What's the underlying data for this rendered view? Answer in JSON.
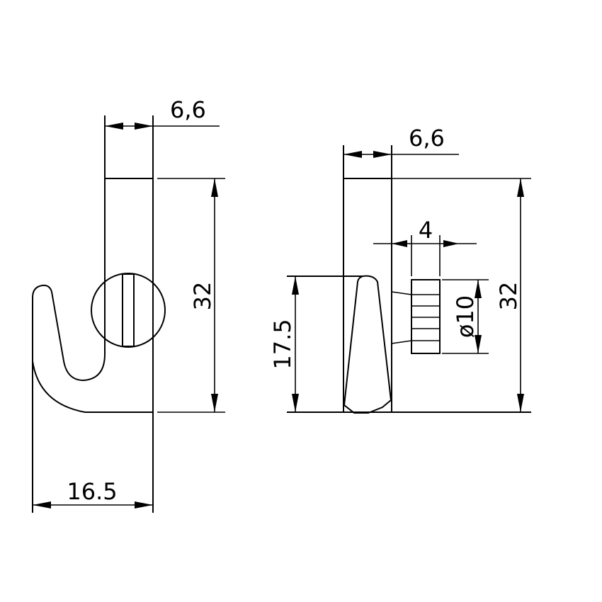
{
  "drawing": {
    "title": "Hook technical drawing",
    "line_color": "#000000",
    "background": "#ffffff"
  },
  "side_view": {
    "dim_width_top": "6,6",
    "dim_height": "32",
    "dim_width_bottom": "16.5"
  },
  "front_view": {
    "dim_width_top": "6,6",
    "dim_height": "32",
    "dim_hook_height": "17.5",
    "dim_knob_width": "4",
    "dim_knob_diameter": "ø10"
  }
}
